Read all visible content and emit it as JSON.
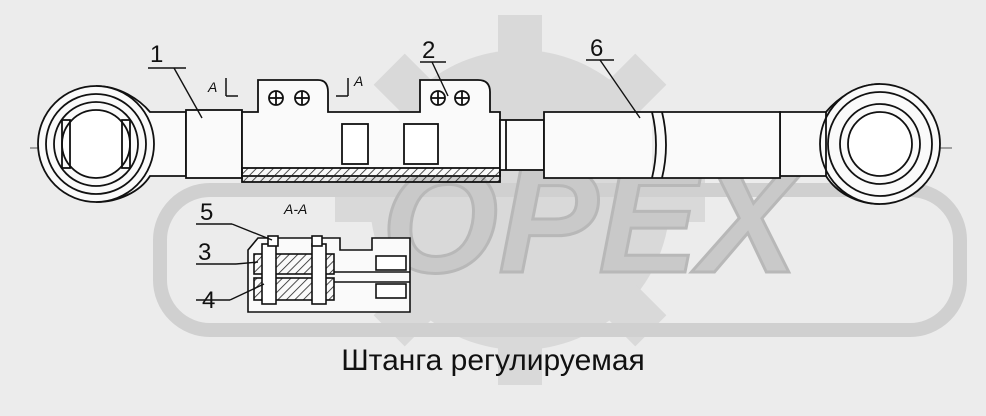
{
  "diagram": {
    "caption": "Штанга регулируемая",
    "watermark": "OPEX",
    "section_mark": "A",
    "section_view_label": "A-A",
    "callouts": [
      {
        "id": "1",
        "text": "1"
      },
      {
        "id": "2",
        "text": "2"
      },
      {
        "id": "3",
        "text": "3"
      },
      {
        "id": "4",
        "text": "4"
      },
      {
        "id": "5",
        "text": "5"
      },
      {
        "id": "6",
        "text": "6"
      }
    ]
  },
  "colors": {
    "background": "#ececec",
    "watermark": "#d8d8d8",
    "line": "#111111"
  }
}
